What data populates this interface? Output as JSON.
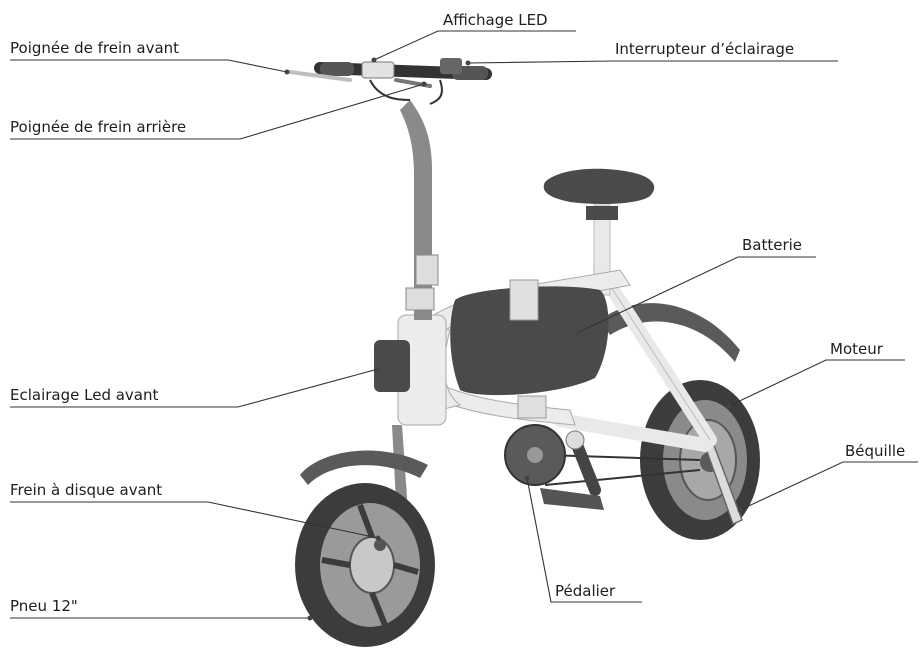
{
  "labels": {
    "affichage_led": "Affichage LED",
    "poignee_frein_avant": "Poignée de frein avant",
    "interrupteur_eclairage": "Interrupteur d’éclairage",
    "poignee_frein_arriere": "Poignée de frein arrière",
    "batterie": "Batterie",
    "moteur": "Moteur",
    "eclairage_led_avant": "Eclairage Led avant",
    "bequille": "Béquille",
    "frein_disque_avant": "Frein à disque avant",
    "pedalier": "Pédalier",
    "pneu": "Pneu 12\""
  },
  "colors": {
    "line": "#333333",
    "text": "#1e1e1e",
    "frame": "#efefef",
    "dark": "#4a4a4a",
    "tire": "#3c3c3c"
  }
}
